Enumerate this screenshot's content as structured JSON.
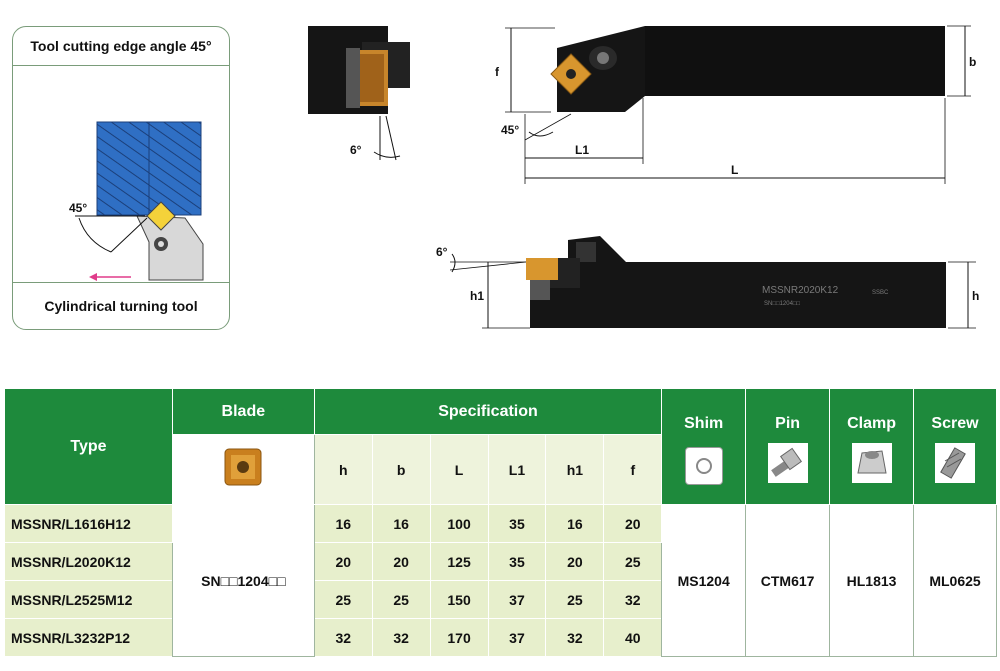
{
  "panel": {
    "title": "Tool cutting edge angle 45°",
    "angle_label": "45°",
    "caption": "Cylindrical turning tool"
  },
  "front_view": {
    "angle_label": "6°"
  },
  "top_view": {
    "dim_f": "f",
    "dim_b": "b",
    "dim_angle": "45°",
    "dim_L1": "L1",
    "dim_L": "L"
  },
  "side_view": {
    "angle_label": "6°",
    "dim_h1": "h1",
    "dim_h": "h",
    "marking": "MSSNR2020K12",
    "marking_small": "SN□□1204□□",
    "logo": "SSBC"
  },
  "table": {
    "col_type": "Type",
    "col_blade": "Blade",
    "col_spec": "Specification",
    "col_shim": "Shim",
    "col_pin": "Pin",
    "col_clamp": "Clamp",
    "col_screw": "Screw",
    "spec_cols": [
      "h",
      "b",
      "L",
      "L1",
      "h1",
      "f"
    ],
    "blade_value": "SN□□1204□□",
    "shim_value": "MS1204",
    "pin_value": "CTM617",
    "clamp_value": "HL1813",
    "screw_value": "ML0625",
    "rows": [
      {
        "type": "MSSNR/L1616H12",
        "vals": [
          "16",
          "16",
          "100",
          "35",
          "16",
          "20"
        ]
      },
      {
        "type": "MSSNR/L2020K12",
        "vals": [
          "20",
          "20",
          "125",
          "35",
          "20",
          "25"
        ]
      },
      {
        "type": "MSSNR/L2525M12",
        "vals": [
          "25",
          "25",
          "150",
          "37",
          "25",
          "32"
        ]
      },
      {
        "type": "MSSNR/L3232P12",
        "vals": [
          "32",
          "32",
          "170",
          "37",
          "32",
          "40"
        ]
      }
    ],
    "colors": {
      "header": "#1e8a3c",
      "cell": "#e7efcc"
    }
  }
}
